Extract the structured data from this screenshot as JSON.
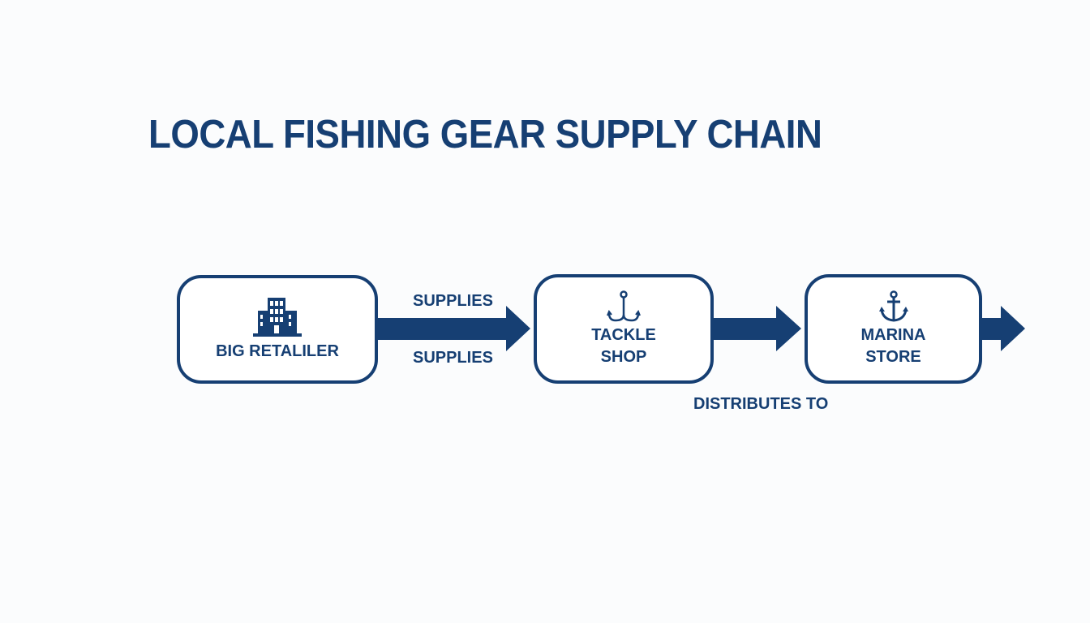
{
  "title": "LOCAL FISHING GEAR SUPPLY CHAIN",
  "colors": {
    "primary": "#163f73",
    "background": "#fbfcfd",
    "node_fill": "#ffffff"
  },
  "nodes": [
    {
      "id": "retailer",
      "label": "BIG RETALILER",
      "icon": "building-icon"
    },
    {
      "id": "tackle",
      "label": "TACKLE\nSHOP",
      "icon": "fishing-hook-icon"
    },
    {
      "id": "marina",
      "label": "MARINA\nSTORE",
      "icon": "anchor-icon"
    }
  ],
  "edges": [
    {
      "from": "retailer",
      "to": "tackle",
      "labels": [
        "SUPPLIES",
        "SUPPLIES"
      ]
    },
    {
      "from": "tackle",
      "to": "marina",
      "labels": [
        "DISTRIBUTES TO"
      ]
    },
    {
      "from": "marina",
      "to": "",
      "labels": []
    }
  ]
}
